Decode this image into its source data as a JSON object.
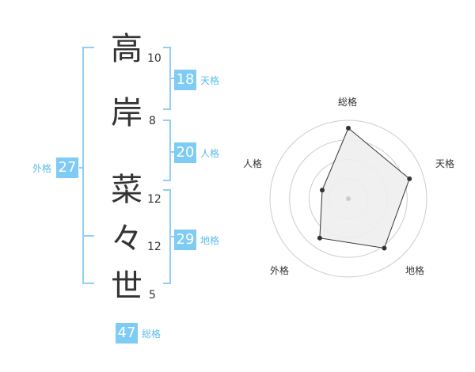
{
  "name_chars": [
    {
      "char": "高",
      "strokes": "10"
    },
    {
      "char": "岸",
      "strokes": "8"
    },
    {
      "char": "菜",
      "strokes": "12"
    },
    {
      "char": "々",
      "strokes": "12"
    },
    {
      "char": "世",
      "strokes": "5"
    }
  ],
  "fortune": {
    "tenkaku": {
      "value": "18",
      "label": "天格"
    },
    "jinkaku": {
      "value": "20",
      "label": "人格"
    },
    "chikaku": {
      "value": "29",
      "label": "地格"
    },
    "gaikaku": {
      "value": "27",
      "label": "外格"
    },
    "soukaku": {
      "value": "47",
      "label": "総格"
    }
  },
  "colors": {
    "accent": "#7ecbf3",
    "label": "#5bbde8",
    "bracket": "#8fd0f3",
    "text": "#333333",
    "grid": "#cccccc",
    "fill": "#eeeeee"
  },
  "chart_data": {
    "type": "radar",
    "axes": [
      "総格",
      "天格",
      "地格",
      "外格",
      "人格"
    ],
    "values": [
      0.9,
      0.82,
      0.78,
      0.62,
      0.35
    ],
    "rings": 4,
    "range": [
      0,
      1
    ]
  }
}
